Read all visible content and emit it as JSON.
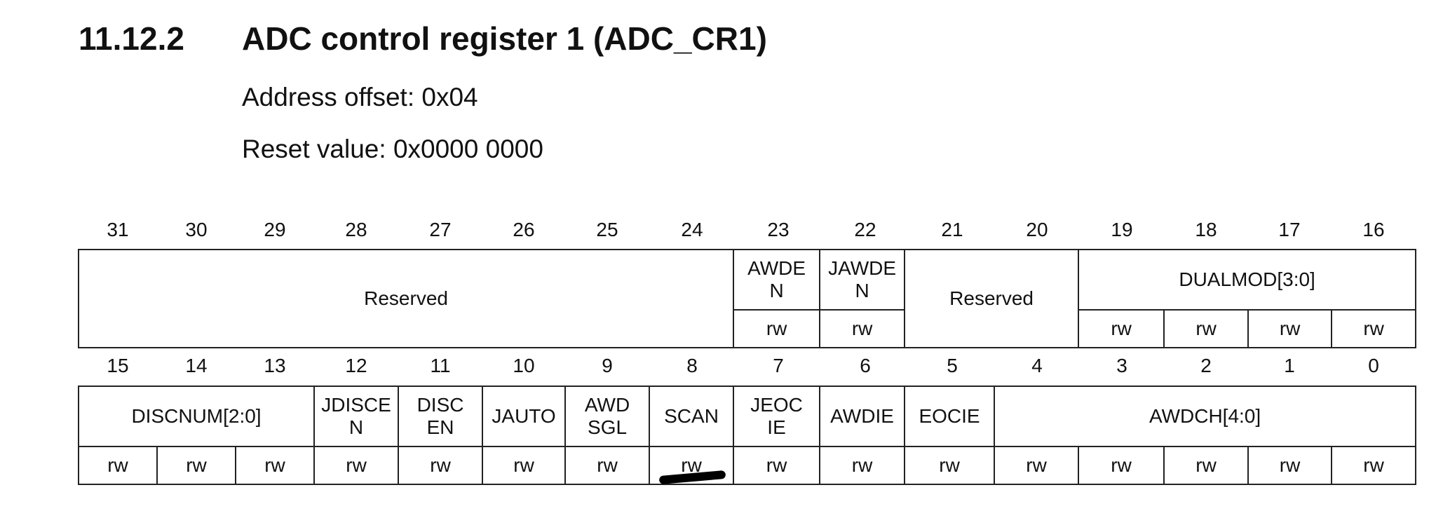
{
  "section": {
    "number": "11.12.2",
    "title": "ADC control register 1 (ADC_CR1)"
  },
  "meta": {
    "address_offset": "Address offset: 0x04",
    "reset_value": "Reset value: 0x0000 0000"
  },
  "upper": {
    "bits": [
      "31",
      "30",
      "29",
      "28",
      "27",
      "26",
      "25",
      "24",
      "23",
      "22",
      "21",
      "20",
      "19",
      "18",
      "17",
      "16"
    ],
    "fields": {
      "reserved_hi": "Reserved",
      "awden": "AWDE\nN",
      "jawden": "JAWDE\nN",
      "reserved_mid": "Reserved",
      "dualmod": "DUALMOD[3:0]"
    },
    "access": {
      "awden": "rw",
      "jawden": "rw",
      "dualmod3": "rw",
      "dualmod2": "rw",
      "dualmod1": "rw",
      "dualmod0": "rw"
    }
  },
  "lower": {
    "bits": [
      "15",
      "14",
      "13",
      "12",
      "11",
      "10",
      "9",
      "8",
      "7",
      "6",
      "5",
      "4",
      "3",
      "2",
      "1",
      "0"
    ],
    "fields": {
      "discnum": "DISCNUM[2:0]",
      "jdiscen": "JDISCE\nN",
      "discen": "DISC\nEN",
      "jauto": "JAUTO",
      "awdsgl": "AWD\nSGL",
      "scan": "SCAN",
      "jeocie": "JEOC\nIE",
      "awdie": "AWDIE",
      "eocie": "EOCIE",
      "awdch": "AWDCH[4:0]"
    },
    "access": [
      "rw",
      "rw",
      "rw",
      "rw",
      "rw",
      "rw",
      "rw",
      "rw",
      "rw",
      "rw",
      "rw",
      "rw",
      "rw",
      "rw",
      "rw",
      "rw"
    ]
  }
}
